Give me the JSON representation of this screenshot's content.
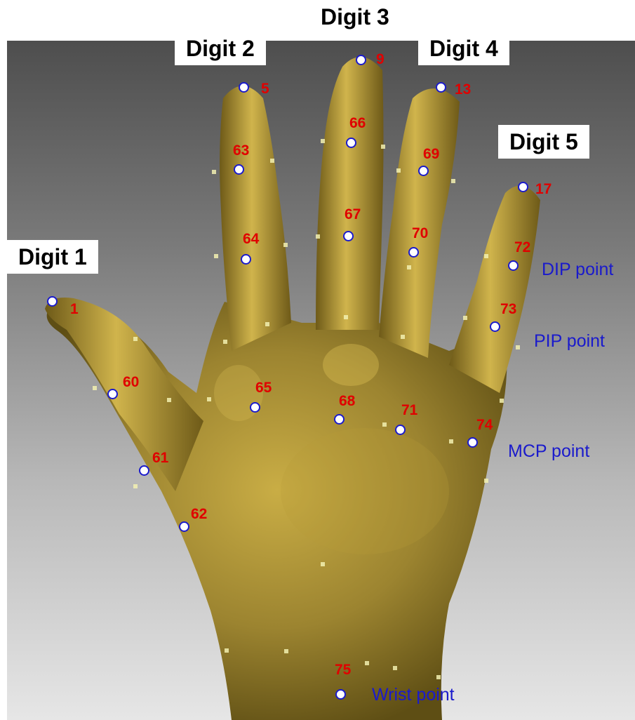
{
  "digit_labels": {
    "d1": "Digit 1",
    "d2": "Digit 2",
    "d3": "Digit 3",
    "d4": "Digit 4",
    "d5": "Digit 5"
  },
  "point_numbers": {
    "p1": "1",
    "p5": "5",
    "p9": "9",
    "p13": "13",
    "p17": "17",
    "p60": "60",
    "p61": "61",
    "p62": "62",
    "p63": "63",
    "p64": "64",
    "p65": "65",
    "p66": "66",
    "p67": "67",
    "p68": "68",
    "p69": "69",
    "p70": "70",
    "p71": "71",
    "p72": "72",
    "p73": "73",
    "p74": "74",
    "p75": "75"
  },
  "point_types": {
    "dip": "DIP point",
    "pip": "PIP point",
    "mcp": "MCP point",
    "wrist": "Wrist point"
  },
  "colors": {
    "marker_outline": "#1a1acc",
    "number_text": "#e00000",
    "type_text": "#1a1acc",
    "skin": "#9c8430"
  }
}
